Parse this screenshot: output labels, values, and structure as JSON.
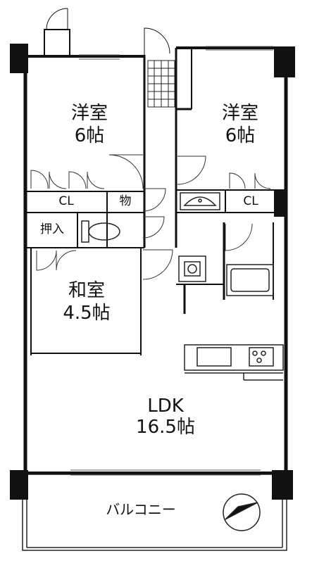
{
  "rooms": {
    "western_left": {
      "name": "洋室",
      "size": "6帖"
    },
    "western_right": {
      "name": "洋室",
      "size": "6帖"
    },
    "japanese": {
      "name": "和室",
      "size": "4.5帖"
    },
    "ldk": {
      "name": "LDK",
      "size": "16.5帖"
    }
  },
  "storage": {
    "cl_left": "CL",
    "cl_right": "CL",
    "mono": "物",
    "oshiire": "押入"
  },
  "balcony": "バルコニー"
}
